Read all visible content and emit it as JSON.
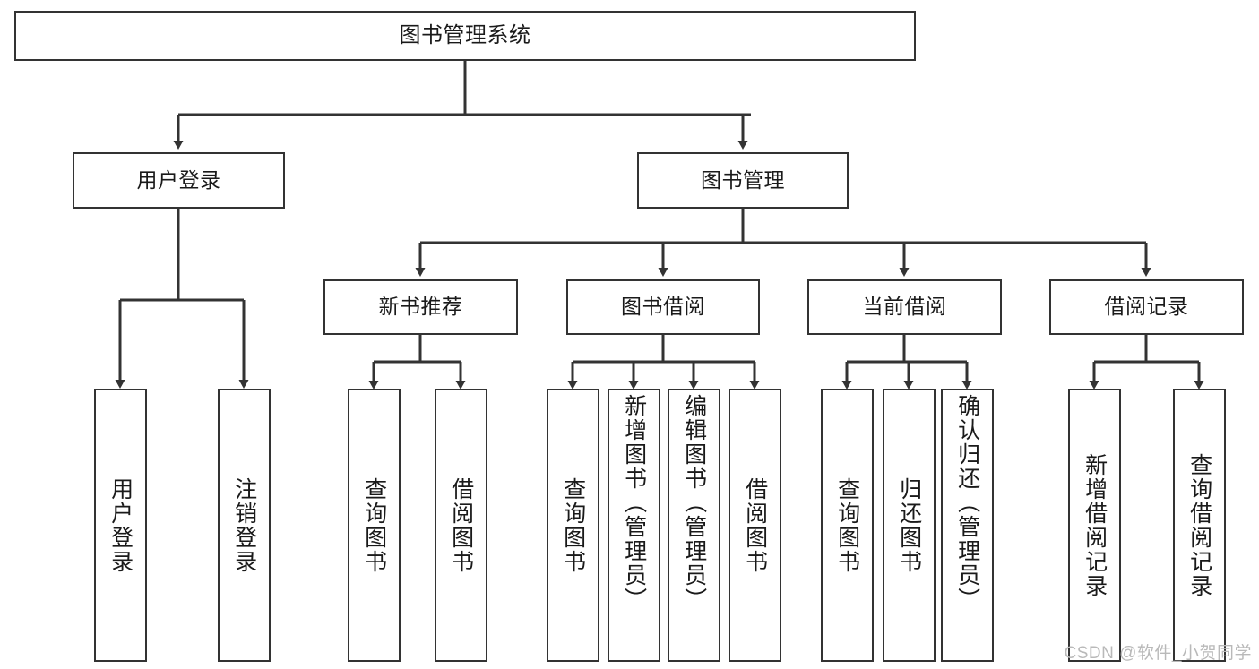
{
  "diagram": {
    "title": "图书管理系统",
    "type": "功能结构图",
    "colors": {
      "stroke": "#333333",
      "fill": "#ffffff",
      "text": "#1a1a1a",
      "watermark": "#b9b9b9"
    },
    "watermark": "CSDN @软件_小贺同学"
  },
  "nodes": {
    "root": {
      "label": "图书管理系统"
    },
    "level2": [
      {
        "label": "用户登录"
      },
      {
        "label": "图书管理"
      }
    ],
    "level3": [
      {
        "label": "新书推荐"
      },
      {
        "label": "图书借阅"
      },
      {
        "label": "当前借阅"
      },
      {
        "label": "借阅记录"
      }
    ],
    "leaves": {
      "user_login": [
        {
          "label": "用户登录"
        },
        {
          "label": "注销登录"
        }
      ],
      "new_book_recommend": [
        {
          "label": "查询图书"
        },
        {
          "label": "借阅图书"
        }
      ],
      "book_borrow": [
        {
          "label": "查询图书"
        },
        {
          "label": "新增图书（管理员）"
        },
        {
          "label": "编辑图书（管理员）"
        },
        {
          "label": "借阅图书"
        }
      ],
      "current_borrow": [
        {
          "label": "查询图书"
        },
        {
          "label": "归还图书"
        },
        {
          "label": "确认归还（管理员）"
        }
      ],
      "borrow_record": [
        {
          "label": "新增借阅记录"
        },
        {
          "label": "查询借阅记录"
        }
      ]
    }
  },
  "chart_data": {
    "type": "tree",
    "title": "图书管理系统",
    "root": "图书管理系统",
    "edges": [
      {
        "from": "图书管理系统",
        "to": "用户登录"
      },
      {
        "from": "图书管理系统",
        "to": "图书管理"
      },
      {
        "from": "用户登录",
        "to": "用户登录"
      },
      {
        "from": "用户登录",
        "to": "注销登录"
      },
      {
        "from": "图书管理",
        "to": "新书推荐"
      },
      {
        "from": "图书管理",
        "to": "图书借阅"
      },
      {
        "from": "图书管理",
        "to": "当前借阅"
      },
      {
        "from": "图书管理",
        "to": "借阅记录"
      },
      {
        "from": "新书推荐",
        "to": "查询图书"
      },
      {
        "from": "新书推荐",
        "to": "借阅图书"
      },
      {
        "from": "图书借阅",
        "to": "查询图书"
      },
      {
        "from": "图书借阅",
        "to": "新增图书（管理员）"
      },
      {
        "from": "图书借阅",
        "to": "编辑图书（管理员）"
      },
      {
        "from": "图书借阅",
        "to": "借阅图书"
      },
      {
        "from": "当前借阅",
        "to": "查询图书"
      },
      {
        "from": "当前借阅",
        "to": "归还图书"
      },
      {
        "from": "当前借阅",
        "to": "确认归还（管理员）"
      },
      {
        "from": "借阅记录",
        "to": "新增借阅记录"
      },
      {
        "from": "借阅记录",
        "to": "查询借阅记录"
      }
    ],
    "levels": 4
  }
}
